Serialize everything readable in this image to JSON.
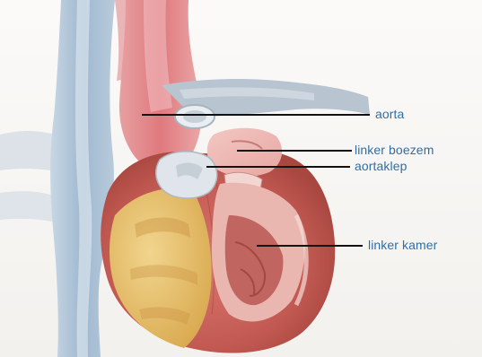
{
  "labels": {
    "aorta": "aorta",
    "left_atrium": "linker boezem",
    "aortic_valve": "aortaklep",
    "left_ventricle": "linker kamer"
  },
  "colors": {
    "label_text": "#2f6fa6",
    "leader_line": "#111111",
    "vein_blue": "#9fb8cf",
    "artery_red": "#e58a8c",
    "muscle_red": "#c9605a",
    "fat_yellow": "#e8c26d",
    "background": "#f7f6f4"
  }
}
